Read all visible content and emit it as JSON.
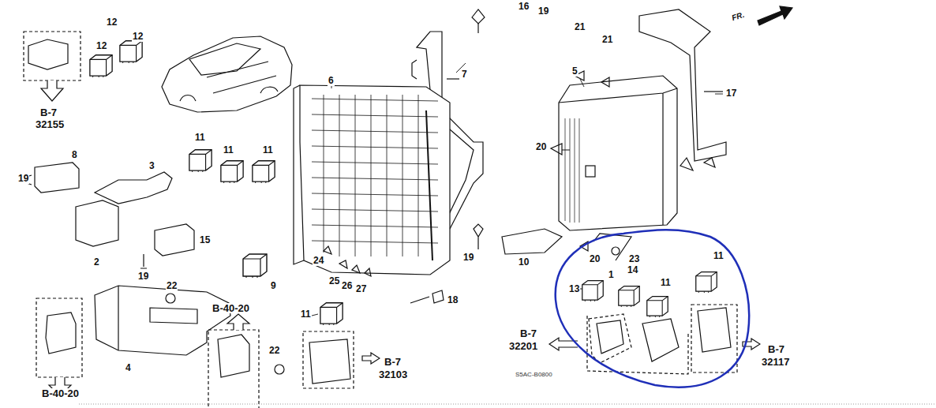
{
  "diagram": {
    "labels": [
      "12",
      "12",
      "12",
      "B-7",
      "32155",
      "19",
      "7",
      "6",
      "5",
      "21",
      "21",
      "17",
      "FR.",
      "16",
      "11",
      "11",
      "11",
      "8",
      "19",
      "3",
      "2",
      "15",
      "19",
      "9",
      "22",
      "24",
      "25",
      "26",
      "27",
      "19",
      "20",
      "20",
      "23",
      "1",
      "10",
      "18",
      "13",
      "14",
      "11",
      "11",
      "B-40-20",
      "B-40-20",
      "22",
      "4",
      "11",
      "B-7",
      "32103",
      "B-7",
      "32201",
      "S5AC-B0800",
      "B-7",
      "32117"
    ]
  }
}
